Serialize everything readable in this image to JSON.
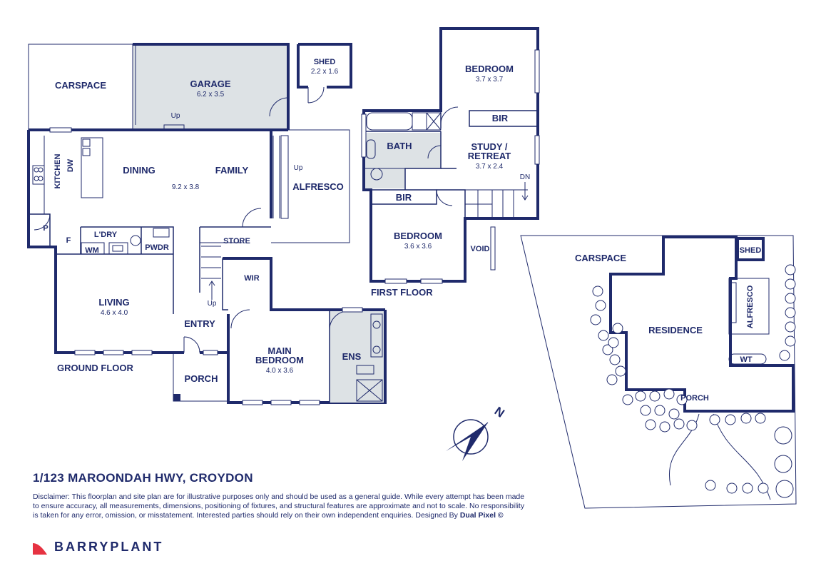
{
  "ground_floor": {
    "carspace": "CARSPACE",
    "garage": "GARAGE",
    "garage_dim": "6.2 x 3.5",
    "shed": "SHED",
    "shed_dim": "2.2 x 1.6",
    "up1": "Up",
    "up2": "Up",
    "up3": "Up",
    "kitchen": "KITCHEN",
    "dw": "DW",
    "dining": "DINING",
    "family": "FAMILY",
    "dining_family_dim": "9.2 x 3.8",
    "alfresco": "ALFRESCO",
    "pantry": "P",
    "fridge": "F",
    "laundry": "L'DRY",
    "wm": "WM",
    "pwdr": "PWDR",
    "store": "STORE",
    "wir": "WIR",
    "living": "LIVING",
    "living_dim": "4.6 x 4.0",
    "entry": "ENTRY",
    "porch": "PORCH",
    "main_bedroom": "MAIN",
    "main_bedroom_2": "BEDROOM",
    "main_bedroom_dim": "4.0 x 3.6",
    "ens": "ENS",
    "floor_label": "GROUND FLOOR"
  },
  "first_floor": {
    "bedroom1": "BEDROOM",
    "bedroom1_dim": "3.7 x 3.7",
    "bir1": "BIR",
    "bath": "BATH",
    "study": "STUDY /",
    "study_2": "RETREAT",
    "study_dim": "3.7 x 2.4",
    "dn": "DN",
    "bir2": "BIR",
    "bedroom2": "BEDROOM",
    "bedroom2_dim": "3.6 x 3.6",
    "void": "VOID",
    "floor_label": "FIRST FLOOR"
  },
  "site_plan": {
    "carspace": "CARSPACE",
    "shed": "SHED",
    "residence": "RESIDENCE",
    "alfresco": "ALFRESCO",
    "wt": "WT",
    "porch": "PORCH"
  },
  "compass": {
    "north": "N"
  },
  "address": "1/123 MAROONDAH HWY, CROYDON",
  "disclaimer": "Disclaimer: This floorplan and site plan are for illustrative purposes only and should be used as a general guide. While every attempt has been made to ensure accuracy, all measurements, dimensions, positioning of fixtures, and structural features are approximate and not to scale. No responsibility is taken for any error, omission, or misstatement. Interested parties should rely on their own independent enquiries. Designed By",
  "designer": "Dual Pixel ©",
  "brand": "BARRYPLANT",
  "colors": {
    "ink": "#1f2a6b",
    "shade": "#dde2e5",
    "brand_red": "#e63241"
  }
}
